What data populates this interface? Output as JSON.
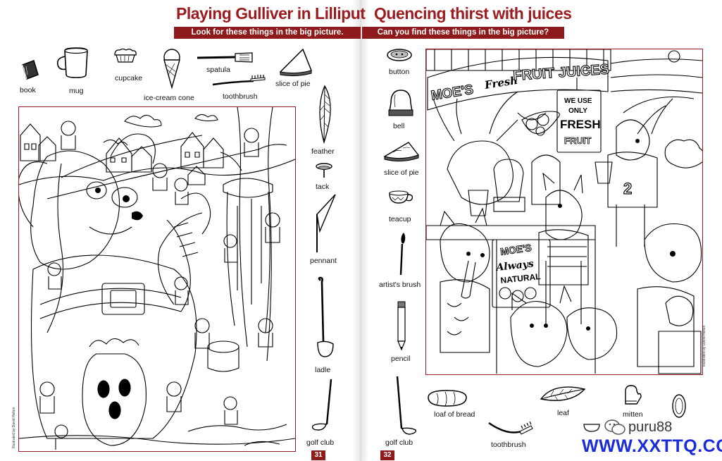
{
  "left_page": {
    "title": "Playing Gulliver in Lilliput",
    "subtitle": "Look for these things in the big picture.",
    "page_number": "31",
    "credit": "Illustrated by David Helton",
    "items": {
      "book": "book",
      "mug": "mug",
      "cupcake": "cupcake",
      "ice_cream_cone": "ice-cream cone",
      "spatula": "spatula",
      "toothbrush": "toothbrush",
      "slice_of_pie": "slice of pie",
      "feather": "feather",
      "tack": "tack",
      "pennant": "pennant",
      "ladle": "ladle",
      "golf_club": "golf club"
    }
  },
  "right_page": {
    "title": "Quencing thirst with juices",
    "subtitle": "Can you find these things in the big picture?",
    "page_number": "32",
    "credit": "Illustrated by David Helton",
    "scene_text": {
      "sign_moes": "MOE'S",
      "sign_fresh": "Fresh",
      "sign_fruit_juices": "FRUIT JUICES",
      "sign_we_use": "WE USE",
      "sign_only": "ONLY",
      "sign_fresh_caps": "FRESH",
      "sign_fruit": "FRUIT",
      "poster_moes": "MOE'S",
      "poster_always": "Always",
      "poster_natural": "NATURAL",
      "jersey_number": "2"
    },
    "items": {
      "button": "button",
      "bell": "bell",
      "slice_of_pie": "slice of pie",
      "teacup": "teacup",
      "artists_brush": "artist's brush",
      "pencil": "pencil",
      "golf_club": "golf club",
      "loaf_of_bread": "loaf of bread",
      "toothbrush": "toothbrush",
      "leaf": "leaf",
      "mitten": "mitten"
    }
  },
  "watermark": {
    "handle": "puru88",
    "url": "WWW.XXTTQ.COM"
  },
  "colors": {
    "accent_red": "#9b1b1e",
    "bar_red": "#8e1a1c",
    "watermark_blue": "#1a2bd8"
  }
}
